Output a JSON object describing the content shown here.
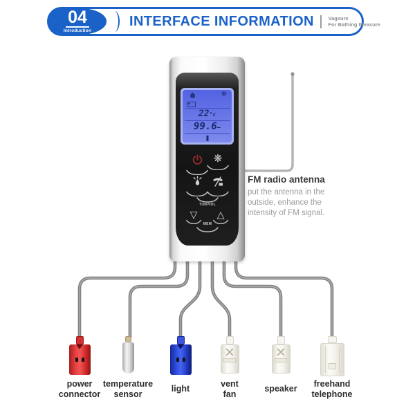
{
  "header": {
    "badge_number": "04",
    "badge_label": "Introduction",
    "title": "INTERFACE INFORMATION",
    "brand_line1": "Vagsure",
    "brand_line2": "For Bathing Pleasure"
  },
  "colors": {
    "accent_blue": "#1b62c8",
    "lcd_blue": "#6b79e8",
    "power_icon_red": "#8e2c2c",
    "connector_red": "#d62f2f",
    "connector_blue": "#2b46c8",
    "wire_gray": "#828282"
  },
  "device": {
    "lcd": {
      "icons": [
        "water-drop-icon",
        "fm-chip-icon",
        "fan-icon"
      ],
      "temperature_value": "22",
      "temperature_unit": "°c",
      "fm_frequency": "99.6",
      "fm_dash": "–"
    },
    "buttons": {
      "fan_symbol": "❋",
      "tunvol_label": "TUN/VOL",
      "mem_label": "MEM",
      "down_symbol": "▽",
      "up_symbol": "△"
    }
  },
  "annotation": {
    "title": "FM radio antenna",
    "line1": "put the antenna in the",
    "line2": "outside, enhance the",
    "line3": "intensity of FM signal."
  },
  "connectors": [
    {
      "line1": "power",
      "line2": "connector"
    },
    {
      "line1": "temperature",
      "line2": "sensor"
    },
    {
      "line1": "light",
      "line2": ""
    },
    {
      "line1": "vent",
      "line2": "fan"
    },
    {
      "line1": "speaker",
      "line2": ""
    },
    {
      "line1": "freehand",
      "line2": "telephone"
    }
  ]
}
